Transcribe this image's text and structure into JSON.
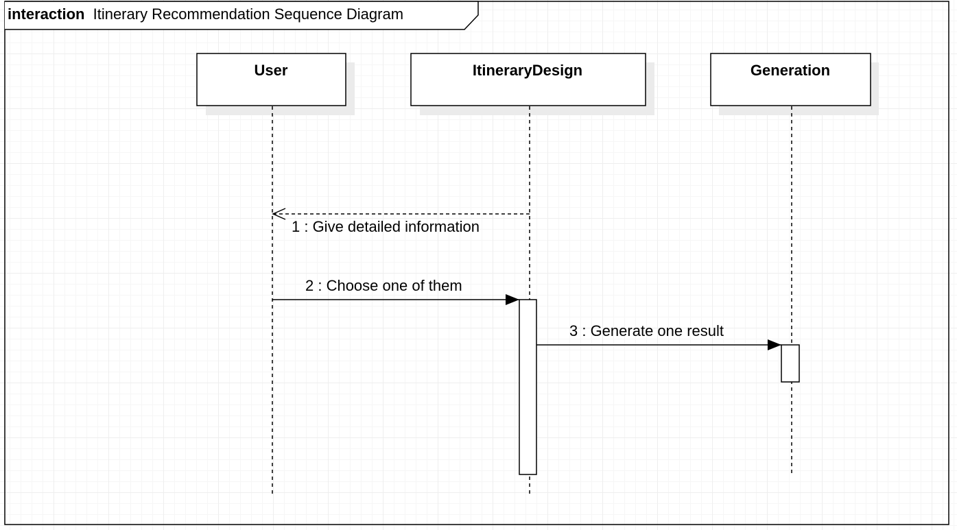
{
  "frame": {
    "keyword": "interaction",
    "title": "Itinerary Recommendation Sequence Diagram"
  },
  "lifelines": [
    {
      "id": "user",
      "label": "User"
    },
    {
      "id": "itinerary",
      "label": "ItineraryDesign"
    },
    {
      "id": "generation",
      "label": "Generation"
    }
  ],
  "messages": [
    {
      "id": "m1",
      "label": "1 : Give detailed information",
      "from": "ItineraryDesign",
      "to": "User",
      "kind": "return"
    },
    {
      "id": "m2",
      "label": "2 : Choose one of them",
      "from": "User",
      "to": "ItineraryDesign",
      "kind": "synchronous"
    },
    {
      "id": "m3",
      "label": "3 : Generate one result",
      "from": "ItineraryDesign",
      "to": "Generation",
      "kind": "synchronous"
    }
  ],
  "colors": {
    "line": "#000000",
    "shadow": "#ebebeb",
    "box": "#ffffff"
  }
}
